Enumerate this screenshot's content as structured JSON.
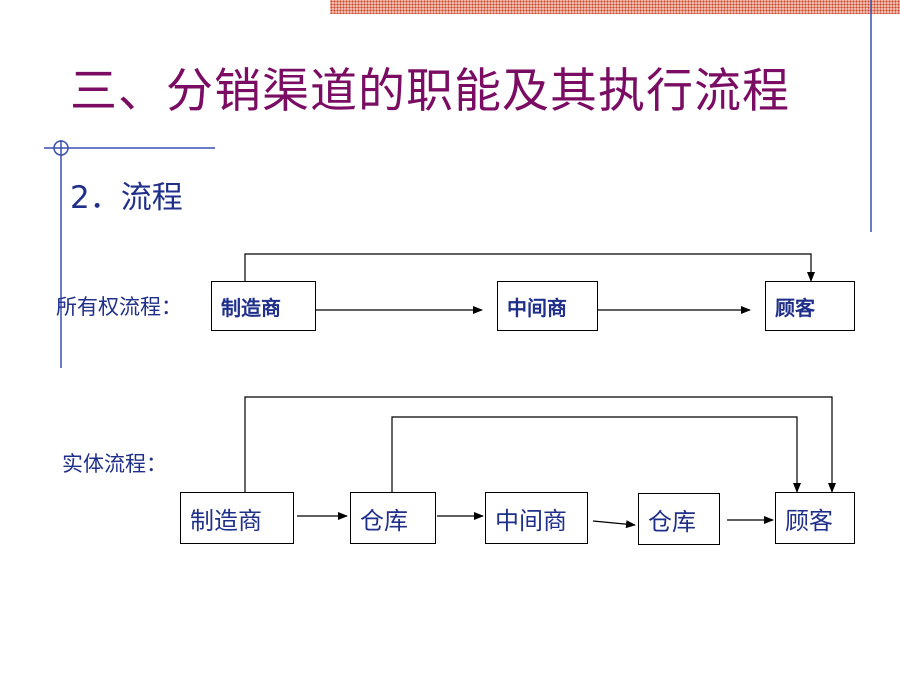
{
  "slide": {
    "title": "三、分销渠道的职能及其执行流程",
    "subtitle": "2．流程"
  },
  "ownership_flow": {
    "label": "所有权流程：",
    "nodes": [
      "制造商",
      "中间商",
      "顾客"
    ]
  },
  "physical_flow": {
    "label": "实体流程：",
    "nodes": [
      "制造商",
      "仓库",
      "中间商",
      "仓库",
      "顾客"
    ]
  },
  "colors": {
    "title": "#7a0d63",
    "text": "#1f2f8a",
    "accent_lines": "#3a4fb0",
    "banner": "#c8472f"
  }
}
